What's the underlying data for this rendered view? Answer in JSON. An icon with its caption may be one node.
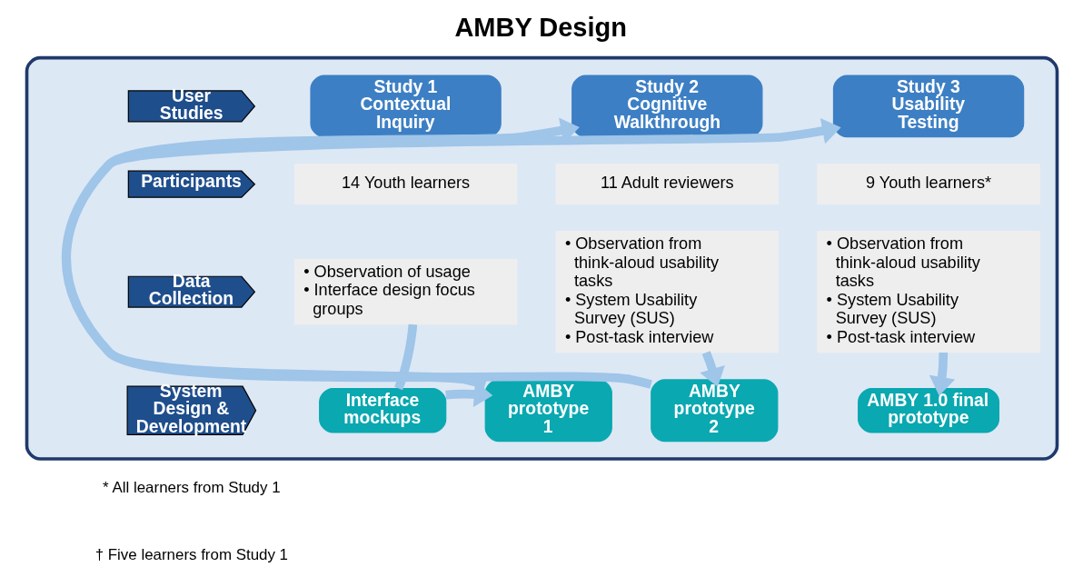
{
  "diagram": {
    "title": "AMBY Design",
    "nodes": [
      {
        "text": [],
        "shape": "box"
      },
      {
        "text": [
          "User Studies"
        ],
        "in": 0
      },
      {
        "text": [
          "Study 1 Contextual Inquiry"
        ],
        "in": 0
      },
      {
        "text": [
          "Study 2 Cognitive Walkthrough"
        ],
        "in": 0
      },
      {
        "text": [
          "Study 3 Usability Testing"
        ],
        "in": 0
      },
      {
        "text": [
          "Participants"
        ],
        "in": 0
      },
      {
        "text": [
          "14 Youth learners"
        ],
        "in": 0
      },
      {
        "text": [
          "11 Adult reviewers"
        ],
        "in": 0
      },
      {
        "text": [
          "9 Youth learners*"
        ],
        "in": 0
      },
      {
        "text": [
          "Data Collection"
        ],
        "in": 0
      },
      {
        "text": [
          "• Observation of usage",
          "• Interface design focus groups"
        ],
        "in": 0
      },
      {
        "text": [
          "• Observation from think-aloud usability tasks",
          "• System Usability Survey (SUS)",
          "• Post-task interview"
        ],
        "in": 0
      },
      {
        "text": [
          "• Observation from think-aloud usability tasks",
          "• System Usability Survey (SUS)",
          "• Post-task interview"
        ],
        "in": 0
      },
      {
        "text": [
          "System Design & Development"
        ],
        "in": 0
      },
      {
        "text": [
          "Interface mockups"
        ],
        "in": 0
      },
      {
        "text": [
          "AMBY prototype 1"
        ],
        "in": 0
      },
      {
        "text": [
          "AMBY prototype 2"
        ],
        "in": 0
      },
      {
        "text": [
          "AMBY 1.0 final prototype"
        ],
        "in": 0
      }
    ],
    "edges": [
      {
        "from": 10,
        "to": 14,
        "arrow": "none"
      },
      {
        "from": 14,
        "to": 15,
        "arrow": "to"
      },
      {
        "from": 15,
        "to": 3,
        "arrow": "to"
      },
      {
        "from": 11,
        "to": 16,
        "arrow": "to"
      },
      {
        "from": 16,
        "to": 4,
        "arrow": "to"
      },
      {
        "from": 12,
        "to": 17,
        "arrow": "to"
      }
    ],
    "labels": [
      "* All learners from Study 1",
      "† Five learners from Study 1"
    ]
  }
}
